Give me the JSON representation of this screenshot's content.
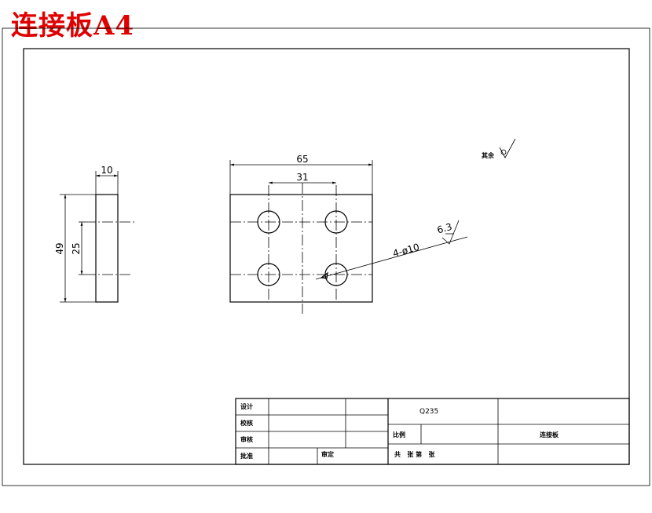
{
  "heading": "连接板A4",
  "dimensions": {
    "side_width": "10",
    "side_height": "49",
    "hole_vertical_spacing": "25",
    "front_width": "65",
    "hole_horizontal_spacing": "31",
    "hole_callout": "4-ø10",
    "hole_roughness": "6.3"
  },
  "roughness_note": {
    "label": "其余"
  },
  "title_block": {
    "design_label": "设计",
    "check_label": "校核",
    "review_label": "审核",
    "approve_label": "批准",
    "standardization_label": "审定",
    "material": "Q235",
    "scale_label": "比例",
    "part_name": "连接板",
    "sheets_text": "共   张 第   张"
  }
}
